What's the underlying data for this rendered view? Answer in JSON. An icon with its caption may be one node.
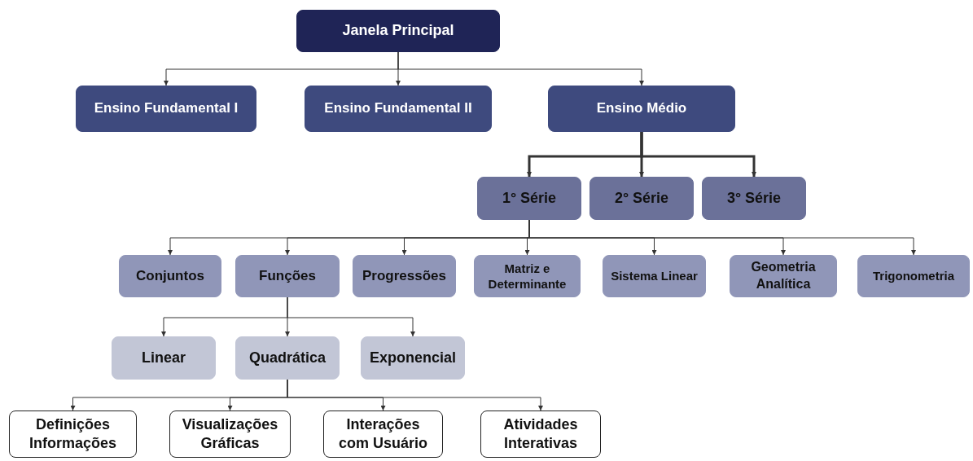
{
  "diagram": {
    "nodes": [
      {
        "text": [
          "Janela Principal"
        ]
      },
      {
        "text": [
          "Ensino Fundamental I"
        ]
      },
      {
        "text": [
          "Ensino Fundamental II"
        ]
      },
      {
        "text": [
          "Ensino Médio"
        ]
      },
      {
        "text": [
          "1° Série"
        ]
      },
      {
        "text": [
          "2° Série"
        ]
      },
      {
        "text": [
          "3° Série"
        ]
      },
      {
        "text": [
          "Conjuntos"
        ]
      },
      {
        "text": [
          "Funções"
        ]
      },
      {
        "text": [
          "Progressões"
        ]
      },
      {
        "text": [
          "Matriz e Determinante"
        ]
      },
      {
        "text": [
          "Sistema Linear"
        ]
      },
      {
        "text": [
          "Geometria Analítica"
        ]
      },
      {
        "text": [
          "Trigonometria"
        ]
      },
      {
        "text": [
          "Linear"
        ]
      },
      {
        "text": [
          "Quadrática"
        ]
      },
      {
        "text": [
          "Exponencial"
        ]
      },
      {
        "text": [
          "Definições Informações"
        ]
      },
      {
        "text": [
          "Visualizações Gráficas"
        ]
      },
      {
        "text": [
          "Interações com Usuário"
        ]
      },
      {
        "text": [
          "Atividades Interativas"
        ]
      }
    ],
    "edges": [
      {
        "from": 0,
        "to": 1,
        "arrow": "to"
      },
      {
        "from": 0,
        "to": 2,
        "arrow": "to"
      },
      {
        "from": 0,
        "to": 3,
        "arrow": "to"
      },
      {
        "from": 3,
        "to": 4,
        "arrow": "to",
        "style": "thick"
      },
      {
        "from": 3,
        "to": 5,
        "arrow": "to",
        "style": "thick"
      },
      {
        "from": 3,
        "to": 6,
        "arrow": "to",
        "style": "thick"
      },
      {
        "from": 4,
        "to": 7,
        "arrow": "to"
      },
      {
        "from": 4,
        "to": 8,
        "arrow": "to"
      },
      {
        "from": 4,
        "to": 9,
        "arrow": "to"
      },
      {
        "from": 4,
        "to": 10,
        "arrow": "to"
      },
      {
        "from": 4,
        "to": 11,
        "arrow": "to"
      },
      {
        "from": 4,
        "to": 12,
        "arrow": "to"
      },
      {
        "from": 4,
        "to": 13,
        "arrow": "to"
      },
      {
        "from": 8,
        "to": 14,
        "arrow": "to"
      },
      {
        "from": 8,
        "to": 15,
        "arrow": "to"
      },
      {
        "from": 8,
        "to": 16,
        "arrow": "to"
      },
      {
        "from": 15,
        "to": 17,
        "arrow": "to"
      },
      {
        "from": 15,
        "to": 18,
        "arrow": "to"
      },
      {
        "from": 15,
        "to": 19,
        "arrow": "to"
      },
      {
        "from": 15,
        "to": 20,
        "arrow": "to"
      }
    ]
  }
}
